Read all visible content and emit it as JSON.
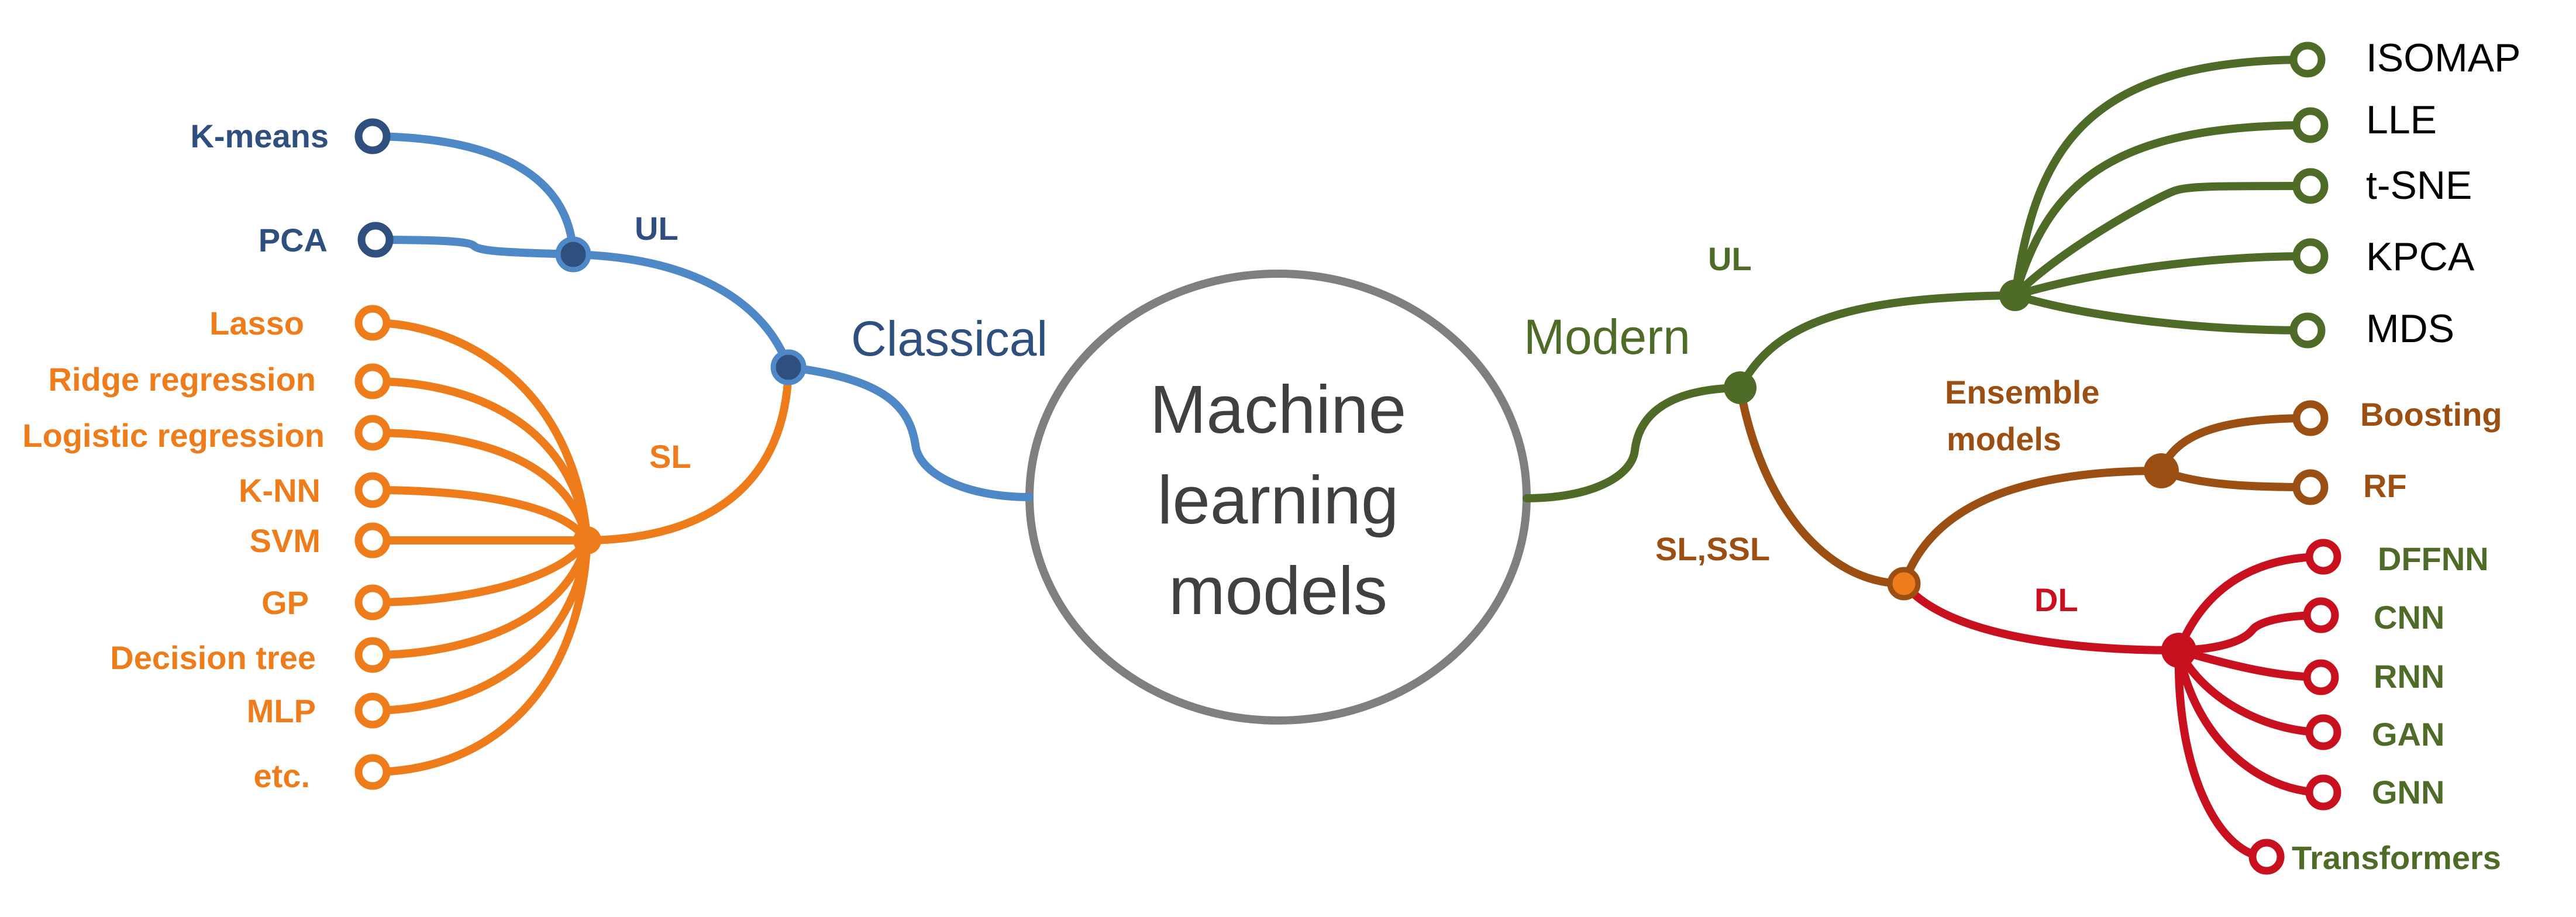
{
  "center": {
    "lines": [
      "Machine",
      "learning",
      "models"
    ]
  },
  "colors": {
    "blue": "#4f88c6",
    "navy": "#2f4f7f",
    "orange": "#ee7c1a",
    "olive": "#4e6b27",
    "brown": "#9c4f12",
    "red": "#c8101e",
    "gray": "#7f7f7f"
  },
  "classical": {
    "title": "Classical",
    "ul": {
      "label": "UL",
      "items": [
        "K-means",
        "PCA"
      ]
    },
    "sl": {
      "label": "SL",
      "items": [
        "Lasso",
        "Ridge regression",
        "Logistic regression",
        "K-NN",
        "SVM",
        "GP",
        "Decision tree",
        "MLP",
        "etc."
      ]
    }
  },
  "modern": {
    "title": "Modern",
    "ul": {
      "label": "UL",
      "items": [
        "ISOMAP",
        "LLE",
        "t-SNE",
        "KPCA",
        "MDS"
      ]
    },
    "sl_ssl": {
      "label": "SL,SSL"
    },
    "ensemble": {
      "label_line1": "Ensemble",
      "label_line2": "models",
      "items": [
        "Boosting",
        "RF"
      ]
    },
    "dl": {
      "label": "DL",
      "items": [
        "DFFNN",
        "CNN",
        "RNN",
        "GAN",
        "GNN",
        "Transformers"
      ]
    }
  }
}
